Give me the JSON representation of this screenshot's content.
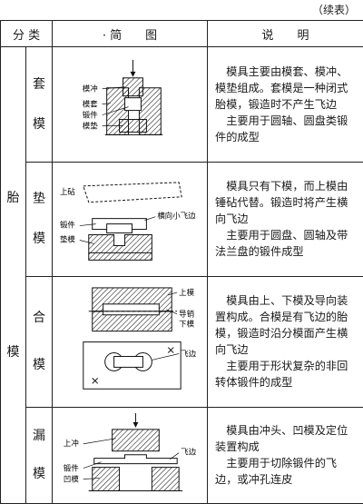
{
  "continued_label": "（续表）",
  "header": {
    "category": "分 类",
    "diagram": "· 简　　图",
    "description": "说　　明"
  },
  "group": {
    "char1": "胎",
    "char2": "模"
  },
  "rows": [
    {
      "type_char1": "套",
      "type_char2": "模",
      "labels": {
        "a": "模冲",
        "b": "模套",
        "c": "锻件",
        "d": "模垫"
      },
      "desc_p1": "模具主要由模套、模冲、模垫组成。套模是一种闭式胎模，锻造时不产生飞边",
      "desc_p2": "主要用于圆轴、圆盘类锻件的成型"
    },
    {
      "type_char1": "垫",
      "type_char2": "模",
      "labels": {
        "a": "上砧",
        "b": "锻件",
        "c": "垫模",
        "d": "横向小飞边"
      },
      "desc_p1": "模具只有下模，而上模由锤砧代替。锻造时将产生横向飞边",
      "desc_p2": "主要用于圆盘、圆轴及带法兰盘的锻件成型"
    },
    {
      "type_char1": "合",
      "type_char2": "模",
      "labels": {
        "a": "上模",
        "b": "导销",
        "c": "下模",
        "d": "飞边"
      },
      "desc_p1": "模具由上、下模及导向装置构成。合模是有飞边的胎模，锻造时沿分模面产生横向飞边",
      "desc_p2": "主要用于形状复杂的非回转体锻件的成型"
    },
    {
      "type_char1": "漏",
      "type_char2": "模",
      "labels": {
        "a": "上冲",
        "b": "锻件",
        "c": "凹模",
        "d": "飞边"
      },
      "desc_p1": "模具由冲头、凹模及定位装置构成",
      "desc_p2": "主要用于切除锻件的飞边，或冲孔连皮"
    }
  ]
}
